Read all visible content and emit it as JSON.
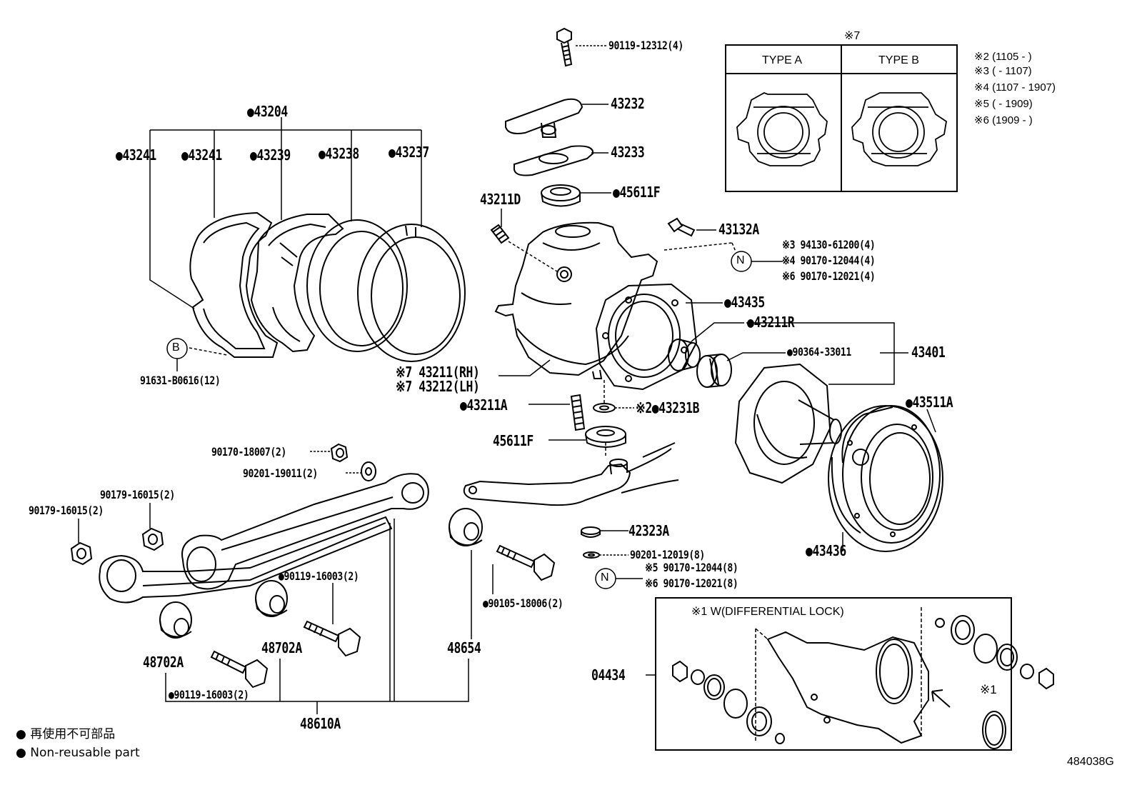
{
  "diagram_id": "484038G",
  "legend": {
    "jp": "● 再使用不可部品",
    "en": "● Non-reusable part"
  },
  "type_box": {
    "title": "※7",
    "type_a": "TYPE A",
    "type_b": "TYPE B"
  },
  "notes": [
    "※2 (1105 -      )",
    "※3 (      - 1107)",
    "※4 (1107 - 1907)",
    "※5 (      - 1909)",
    "※6 (1909 -      )"
  ],
  "diff_lock_title": "※1 W(DIFFERENTIAL LOCK)",
  "labels": {
    "p90119_12312": "90119-12312(4)",
    "p43232": "43232",
    "p43233": "43233",
    "p45611f_top": "●45611F",
    "p43211d": "43211D",
    "p43132a": "43132A",
    "n_bolt_3": "※3 94130-61200(4)",
    "n_bolt_4": "※4 90170-12044(4)",
    "n_bolt_6": "※6 90170-12021(4)",
    "p43435": "●43435",
    "p43211r": "●43211R",
    "p90364": "●90364-33011",
    "p43401": "43401",
    "p43511a": "●43511A",
    "p43436": "●43436",
    "p43204": "●43204",
    "p43241a": "●43241",
    "p43241b": "●43241",
    "p43239": "●43239",
    "p43238": "●43238",
    "p43237": "●43237",
    "p91631": "91631-B0616(12)",
    "p43211rh": "※7 43211(RH)",
    "p43212lh": "※7 43212(LH)",
    "p43211a": "●43211A",
    "p43231b": "※2●43231B",
    "p45611f_bot": "45611F",
    "p90170_18007": "90170-18007(2)",
    "p90201_19011": "90201-19011(2)",
    "p90179a": "90179-16015(2)",
    "p90179b": "90179-16015(2)",
    "p42323a": "42323A",
    "p90201_12019": "90201-12019(8)",
    "n5": "※5  90170-12044(8)",
    "n6": "※6  90170-12021(8)",
    "p90119_16003a": "●90119-16003(2)",
    "p90105": "●90105-18006(2)",
    "p48702a_l": "48702A",
    "p48702a_r": "48702A",
    "p48654": "48654",
    "p90119_16003b": "●90119-16003(2)",
    "p48610a": "48610A",
    "p04434": "04434",
    "note1": "※1",
    "mark_b": "B",
    "mark_n1": "N",
    "mark_n2": "N"
  }
}
